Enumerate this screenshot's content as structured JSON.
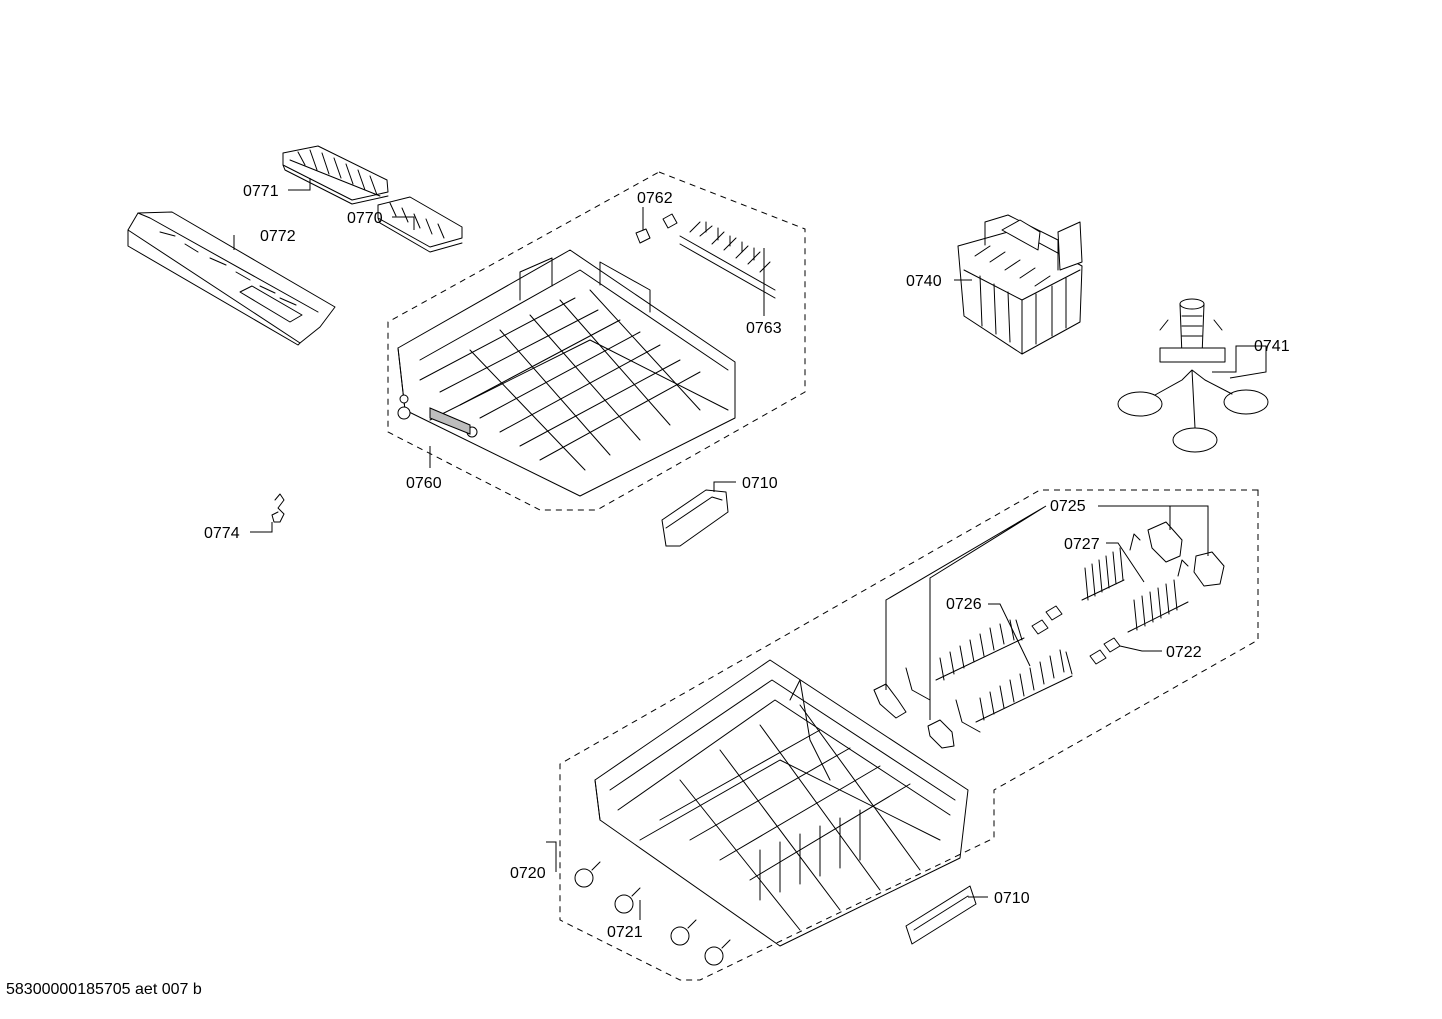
{
  "diagram": {
    "labels": {
      "p0771": "0771",
      "p0772": "0772",
      "p0770": "0770",
      "p0762": "0762",
      "p0763": "0763",
      "p0760": "0760",
      "p0710a": "0710",
      "p0774": "0774",
      "p0740": "0740",
      "p0741": "0741",
      "p0725": "0725",
      "p0727": "0727",
      "p0726": "0726",
      "p0722": "0722",
      "p0720": "0720",
      "p0721": "0721",
      "p0710b": "0710"
    }
  },
  "footer": {
    "code": "58300000185705 aet 007 b"
  }
}
